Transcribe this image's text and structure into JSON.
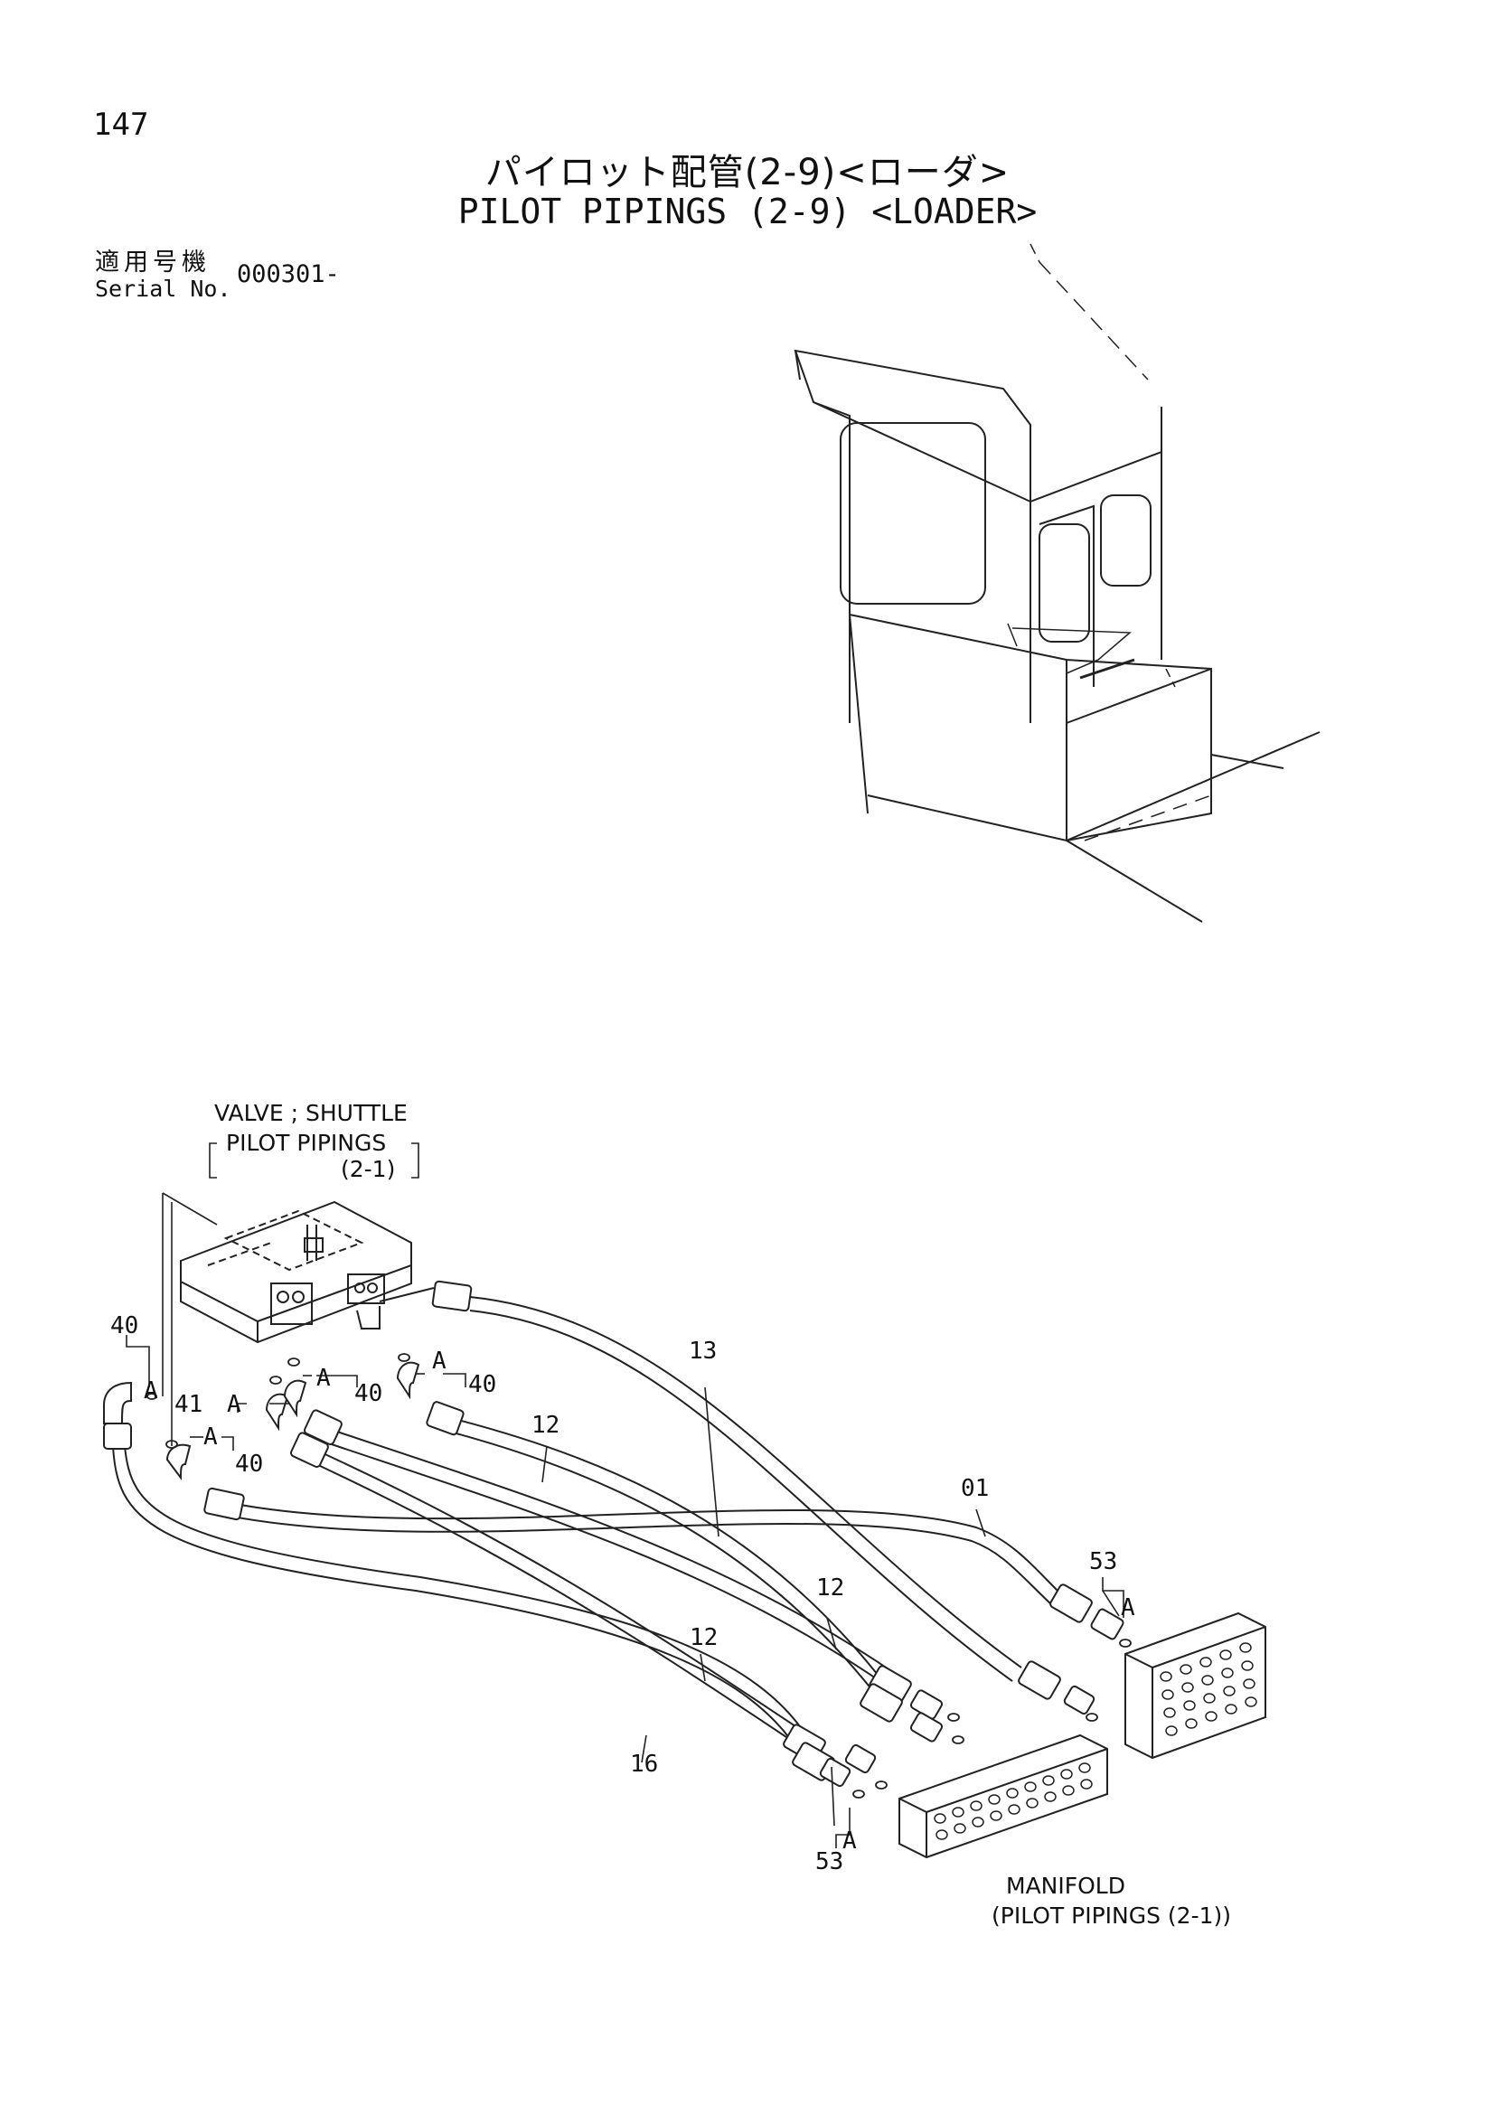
{
  "header": {
    "page_number": "147",
    "title_jp": "パイロット配管(2-9)<ローダ>",
    "title_en": "PILOT PIPINGS (2-9) <LOADER>",
    "serial_label_jp": "適用号機",
    "serial_label_en": "Serial No.",
    "serial_value": "000301-"
  },
  "diagram": {
    "valve_label_1": "VALVE ; SHUTTLE",
    "valve_label_2": "PILOT PIPINGS",
    "valve_label_3": "(2-1)",
    "manifold_label_1": "MANIFOLD",
    "manifold_label_2": "(PILOT PIPINGS (2-1))",
    "callouts": {
      "n40a": "40",
      "n40b": "40",
      "n40c": "40",
      "n40d": "40",
      "n41": "41",
      "nA1": "A",
      "nA2": "A",
      "nA3": "A",
      "nA4": "A",
      "nA5": "A",
      "nA6": "A",
      "nA7": "A",
      "n13": "13",
      "n12a": "12",
      "n12b": "12",
      "n12c": "12",
      "n01": "01",
      "n53a": "53",
      "n53b": "53",
      "n16": "16"
    }
  }
}
